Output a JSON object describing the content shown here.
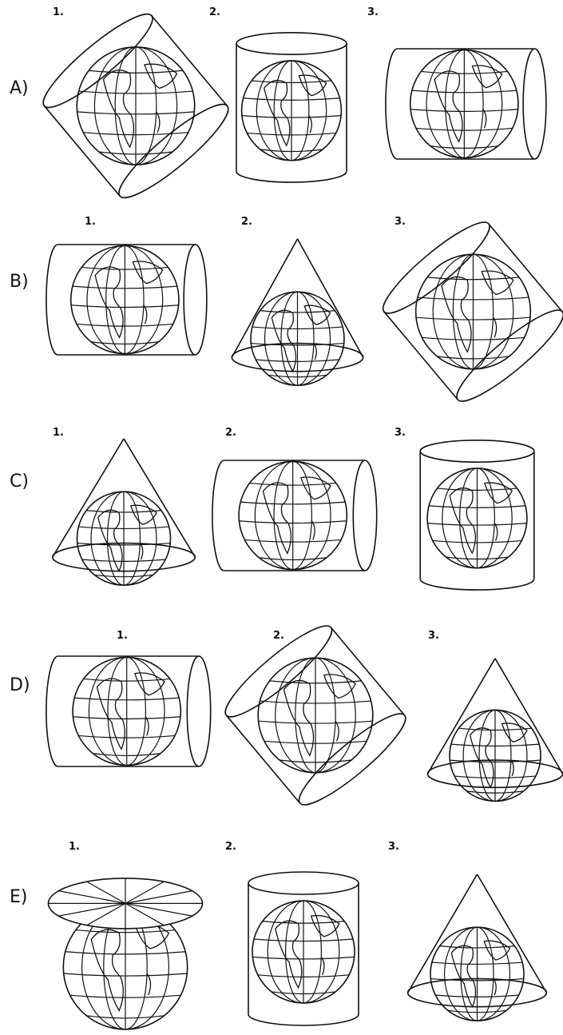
{
  "options": [
    {
      "label": "A)",
      "items": [
        {
          "num": "1.",
          "surface": "oblique-cylinder"
        },
        {
          "num": "2.",
          "surface": "vertical-cylinder"
        },
        {
          "num": "3.",
          "surface": "horizontal-cylinder"
        }
      ]
    },
    {
      "label": "B)",
      "items": [
        {
          "num": "1.",
          "surface": "horizontal-cylinder"
        },
        {
          "num": "2.",
          "surface": "cone"
        },
        {
          "num": "3.",
          "surface": "oblique-cylinder"
        }
      ]
    },
    {
      "label": "C)",
      "items": [
        {
          "num": "1.",
          "surface": "cone"
        },
        {
          "num": "2.",
          "surface": "horizontal-cylinder"
        },
        {
          "num": "3.",
          "surface": "vertical-cylinder"
        }
      ]
    },
    {
      "label": "D)",
      "items": [
        {
          "num": "1.",
          "surface": "horizontal-cylinder"
        },
        {
          "num": "2.",
          "surface": "oblique-cylinder"
        },
        {
          "num": "3.",
          "surface": "cone"
        }
      ]
    },
    {
      "label": "E)",
      "items": [
        {
          "num": "1.",
          "surface": "plane"
        },
        {
          "num": "2.",
          "surface": "vertical-cylinder"
        },
        {
          "num": "3.",
          "surface": "cone"
        }
      ]
    }
  ]
}
